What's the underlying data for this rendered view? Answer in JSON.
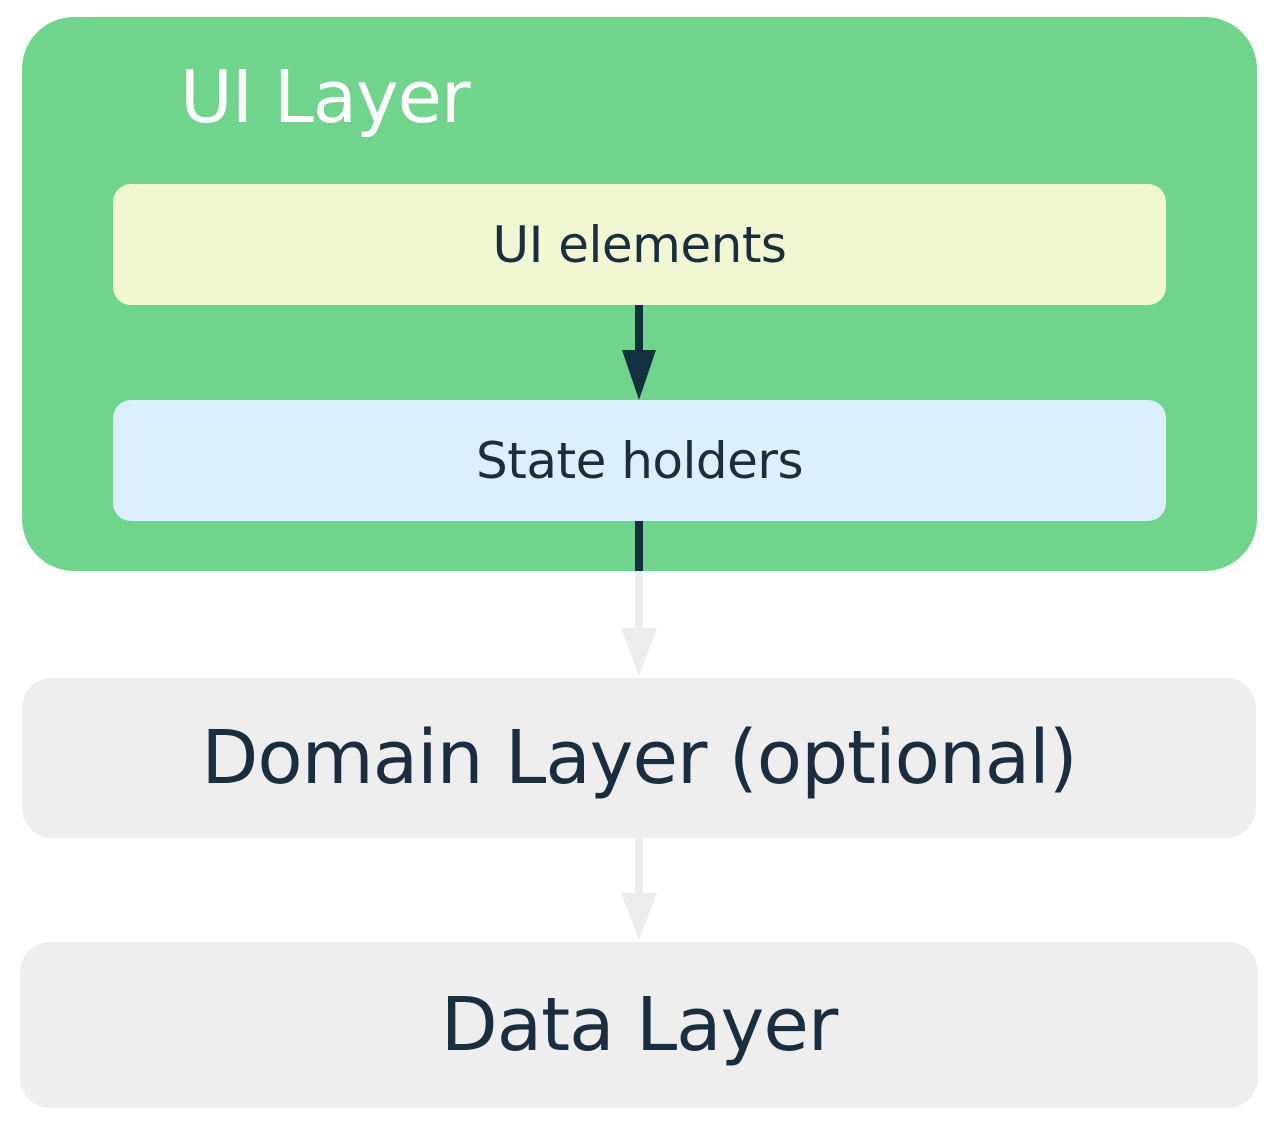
{
  "diagram": {
    "ui_layer": {
      "title": "UI Layer",
      "ui_elements": "UI elements",
      "state_holders": "State holders"
    },
    "domain_layer": "Domain Layer (optional)",
    "data_layer": "Data Layer"
  },
  "colors": {
    "ui_layer_bg": "#70d48c",
    "ui_elements_bg": "#f0f7d2",
    "state_holders_bg": "#dceffc",
    "lower_layer_bg": "#eeeeee",
    "dark_arrow": "#132f40",
    "light_arrow": "#ececec",
    "text": "#1a2e3f"
  },
  "icons": {
    "arrow_down": "arrow-down-icon"
  }
}
